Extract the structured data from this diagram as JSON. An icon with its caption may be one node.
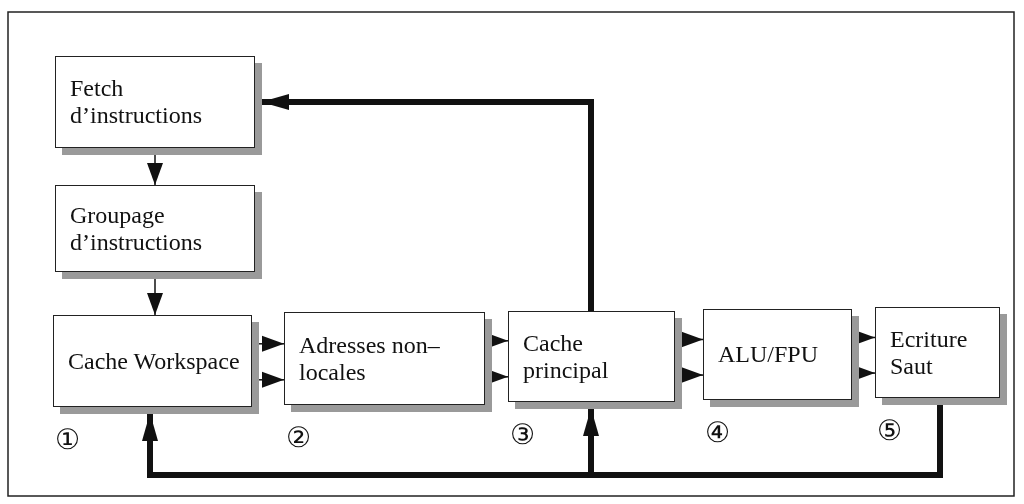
{
  "diagram": {
    "nodes": [
      {
        "text": [
          "Fetch d’instructions"
        ]
      },
      {
        "text": [
          "Groupage d’instructions"
        ]
      },
      {
        "text": [
          "Cache Workspace"
        ],
        "beside": [
          "①"
        ]
      },
      {
        "text": [
          "Adresses non–locales"
        ],
        "beside": [
          "②"
        ]
      },
      {
        "text": [
          "Cache principal"
        ],
        "beside": [
          "③"
        ]
      },
      {
        "text": [
          "ALU/FPU"
        ],
        "beside": [
          "④"
        ]
      },
      {
        "text": [
          "Ecriture Saut"
        ],
        "beside": [
          "⑤"
        ]
      }
    ],
    "edges": [
      {
        "from": 0,
        "to": 1,
        "arrow": "to"
      },
      {
        "from": 1,
        "to": 2,
        "arrow": "to"
      },
      {
        "from": 2,
        "to": 3,
        "arrow": "to"
      },
      {
        "from": 2,
        "to": 3,
        "arrow": "to"
      },
      {
        "from": 3,
        "to": 4,
        "arrow": "to"
      },
      {
        "from": 3,
        "to": 4,
        "arrow": "to"
      },
      {
        "from": 4,
        "to": 5,
        "arrow": "to"
      },
      {
        "from": 4,
        "to": 5,
        "arrow": "to"
      },
      {
        "from": 5,
        "to": 6,
        "arrow": "to"
      },
      {
        "from": 5,
        "to": 6,
        "arrow": "to"
      },
      {
        "from": 4,
        "to": 0,
        "arrow": "to",
        "style": "thick"
      },
      {
        "from": 6,
        "to": 2,
        "arrow": "to",
        "style": "thick"
      },
      {
        "from": 6,
        "to": 4,
        "arrow": "to",
        "style": "thick"
      }
    ]
  }
}
